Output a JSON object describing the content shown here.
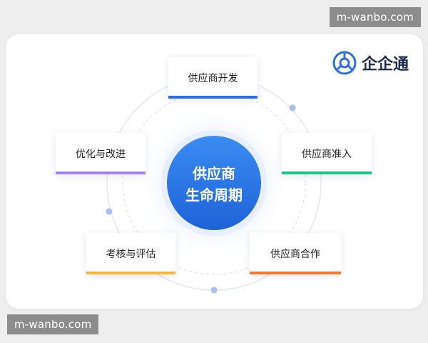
{
  "watermark": {
    "top": "m-wanbo.com",
    "bottom": "m-wanbo.com"
  },
  "logo": {
    "icon": "qiqitong-logo-icon",
    "text": "企企通"
  },
  "center": {
    "line1": "供应商",
    "line2": "生命周期",
    "color": "#2a76e8"
  },
  "stages": [
    {
      "label": "供应商开发",
      "color": "#2d6fe0"
    },
    {
      "label": "供应商准入",
      "color": "#1ec28b"
    },
    {
      "label": "供应商合作",
      "color": "#f07830"
    },
    {
      "label": "考核与评估",
      "color": "#f4b73a"
    },
    {
      "label": "优化与改进",
      "color": "#a383e8"
    }
  ]
}
